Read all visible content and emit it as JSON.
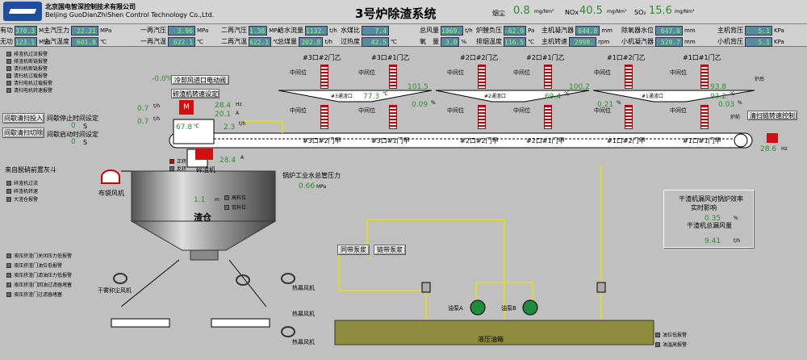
{
  "header": {
    "company_cn": "北京国电智深控制技术有限公司",
    "company_en": "Beijing GuoDianZhiShen Control Technology Co.,Ltd.",
    "title": "3号炉除渣系统",
    "smoke_label": "烟尘",
    "smoke_value": "0.8",
    "smoke_unit": "mg/Nm³",
    "nox_label": "NOx",
    "nox_value": "40.5",
    "nox_unit": "mg/Nm³",
    "so2_label": "SO₂",
    "so2_value": "15.6",
    "so2_unit": "mg/Nm³"
  },
  "params_row1": [
    {
      "label": "有功",
      "value": "370.3",
      "unit": "M"
    },
    {
      "label": "主汽压力",
      "value": "22.21",
      "unit": "MPa"
    },
    {
      "label": "一再汽压",
      "value": "3.96",
      "unit": "MPa"
    },
    {
      "label": "二再汽压",
      "value": "1.38",
      "unit": "MPa"
    },
    {
      "label": "给水流量",
      "value": "1132.",
      "unit": "t/h"
    },
    {
      "label": "水煤比",
      "value": "7.4",
      "unit": ""
    },
    {
      "label": "总风量",
      "value": "1869.",
      "unit": "t/h"
    },
    {
      "label": "炉膛负压",
      "value": "-62.9",
      "unit": "Pa"
    },
    {
      "label": "主机凝汽器",
      "value": "644.8",
      "unit": "mm"
    },
    {
      "label": "除氧器水位",
      "value": "647.0",
      "unit": "mm"
    },
    {
      "label": "主机背压",
      "value": "5.1",
      "unit": "KPa"
    }
  ],
  "params_row2": [
    {
      "label": "无功",
      "value": "123.1",
      "unit": "MVa"
    },
    {
      "label": "主汽温度",
      "value": "601.8",
      "unit": "℃"
    },
    {
      "label": "一再汽温",
      "value": "622.1",
      "unit": "℃"
    },
    {
      "label": "二再汽温",
      "value": "622.1",
      "unit": "℃"
    },
    {
      "label": "总煤量",
      "value": "202.8",
      "unit": "t/h"
    },
    {
      "label": "过热度",
      "value": "42.5",
      "unit": "℃"
    },
    {
      "label": "氧　量",
      "value": "3.0",
      "unit": "%"
    },
    {
      "label": "排烟温度",
      "value": "116.5",
      "unit": "℃"
    },
    {
      "label": "主机转速",
      "value": "2998.",
      "unit": "rpm"
    },
    {
      "label": "小机凝汽器",
      "value": "529.7",
      "unit": "mm"
    },
    {
      "label": "小机背压",
      "value": "5.1",
      "unit": "KPa"
    }
  ],
  "left_legend": [
    "排渣机过流报警",
    "排渣机断链报警",
    "清扫机断链报警",
    "清扫机过载报警",
    "清扫电机过载报警",
    "清扫电机转速报警"
  ],
  "valve_row": {
    "value": "-0.0%",
    "label": "冷却风进口电动阀"
  },
  "slag_speed_label": "碎渣机转速设定",
  "buttons": {
    "intermittent_on": "间歇清扫投入",
    "intermittent_off": "间歇清扫切除",
    "chain_speed": "清扫链转速控制",
    "pump_belt": "同带泵浆",
    "chain_pump": "链带泵浆"
  },
  "intermittent": {
    "stop_label": "间歇停止时间设定",
    "run_label": "间歇启动时间设定",
    "stop_val": "0",
    "run_val": "0",
    "unit": "S"
  },
  "flows": {
    "f1": "0.7",
    "f2": "0.7",
    "unit": "t/h"
  },
  "motor": {
    "label": "M",
    "rate": "28.4",
    "rate_unit": "Hz",
    "pressure": "20.1",
    "pressure_unit": "A",
    "temp": "67.8",
    "temp_unit": "℃",
    "flow": "2.3",
    "flow_unit": "t/h",
    "current": "28.4",
    "current_unit": "A"
  },
  "doors_top": [
    "#3口#2门乙",
    "#3口#1门乙",
    "#2口#2门乙",
    "#2口#1门乙",
    "#1口#2门乙",
    "#1口#1门乙"
  ],
  "doors_bottom": [
    "#3口#2门甲",
    "#3口#1门甲",
    "#2口#2门甲",
    "#2口#1门甲",
    "#1口#2门甲",
    "#1口#1门甲"
  ],
  "mid_label": "中间位",
  "sections": [
    {
      "label": "#3通渣口",
      "temp": "77.3",
      "temp_top": "101.5",
      "pct": "0.09"
    },
    {
      "label": "#2通渣口",
      "temp": "69.4",
      "temp_top": "100.2",
      "pct": "0.21"
    },
    {
      "label": "#1通渣口",
      "temp": "93.2",
      "temp_top": "93.8",
      "pct": "0.03"
    }
  ],
  "pct_unit": "%",
  "temp_unit": "℃",
  "furnace_after": "炉后",
  "furnace_front": "炉前",
  "right_motor": {
    "value": "28.6",
    "unit": "Hz"
  },
  "left_block": {
    "water_label": "来自脱硝前置灰斗",
    "fan_label": "布袋风机",
    "fwd": "正转",
    "rev": "反转",
    "crusher": "碎渣机"
  },
  "hopper": {
    "label": "渣仓",
    "level": "1.1",
    "level_unit": "m",
    "hi": "高料位",
    "lo": "低料位"
  },
  "left_legend2": [
    "碎渣机过流",
    "碎渣机转速",
    "大渣仓报警"
  ],
  "water_pressure": {
    "label": "锅炉工业水总管压力",
    "value": "0.66",
    "unit": "MPa"
  },
  "bottom_legend": [
    "液压挤渣门关闭压力低报警",
    "液压挤渣门油位低报警",
    "液压挤渣门滤油压力低报警",
    "液压挤渣门回油过滤器堵塞",
    "液压挤渣门过滤器堵塞"
  ],
  "fans": {
    "dry": "干雾抑尘风机",
    "exh1": "热幕风机",
    "exh2": "热幕风机",
    "exh3": "热幕风机"
  },
  "pumps": {
    "a": "油泵A",
    "b": "油泵B",
    "tank": "液压油箱"
  },
  "tank_legend": [
    "油位低报警",
    "油温高报警"
  ],
  "efficiency": {
    "line1": "干渣机漏风对锅炉效率",
    "line2": "实时影响",
    "pct": "0.35",
    "pct_unit": "%",
    "line3": "干渣机总漏风量",
    "flow": "9.41",
    "flow_unit": "t/h"
  }
}
